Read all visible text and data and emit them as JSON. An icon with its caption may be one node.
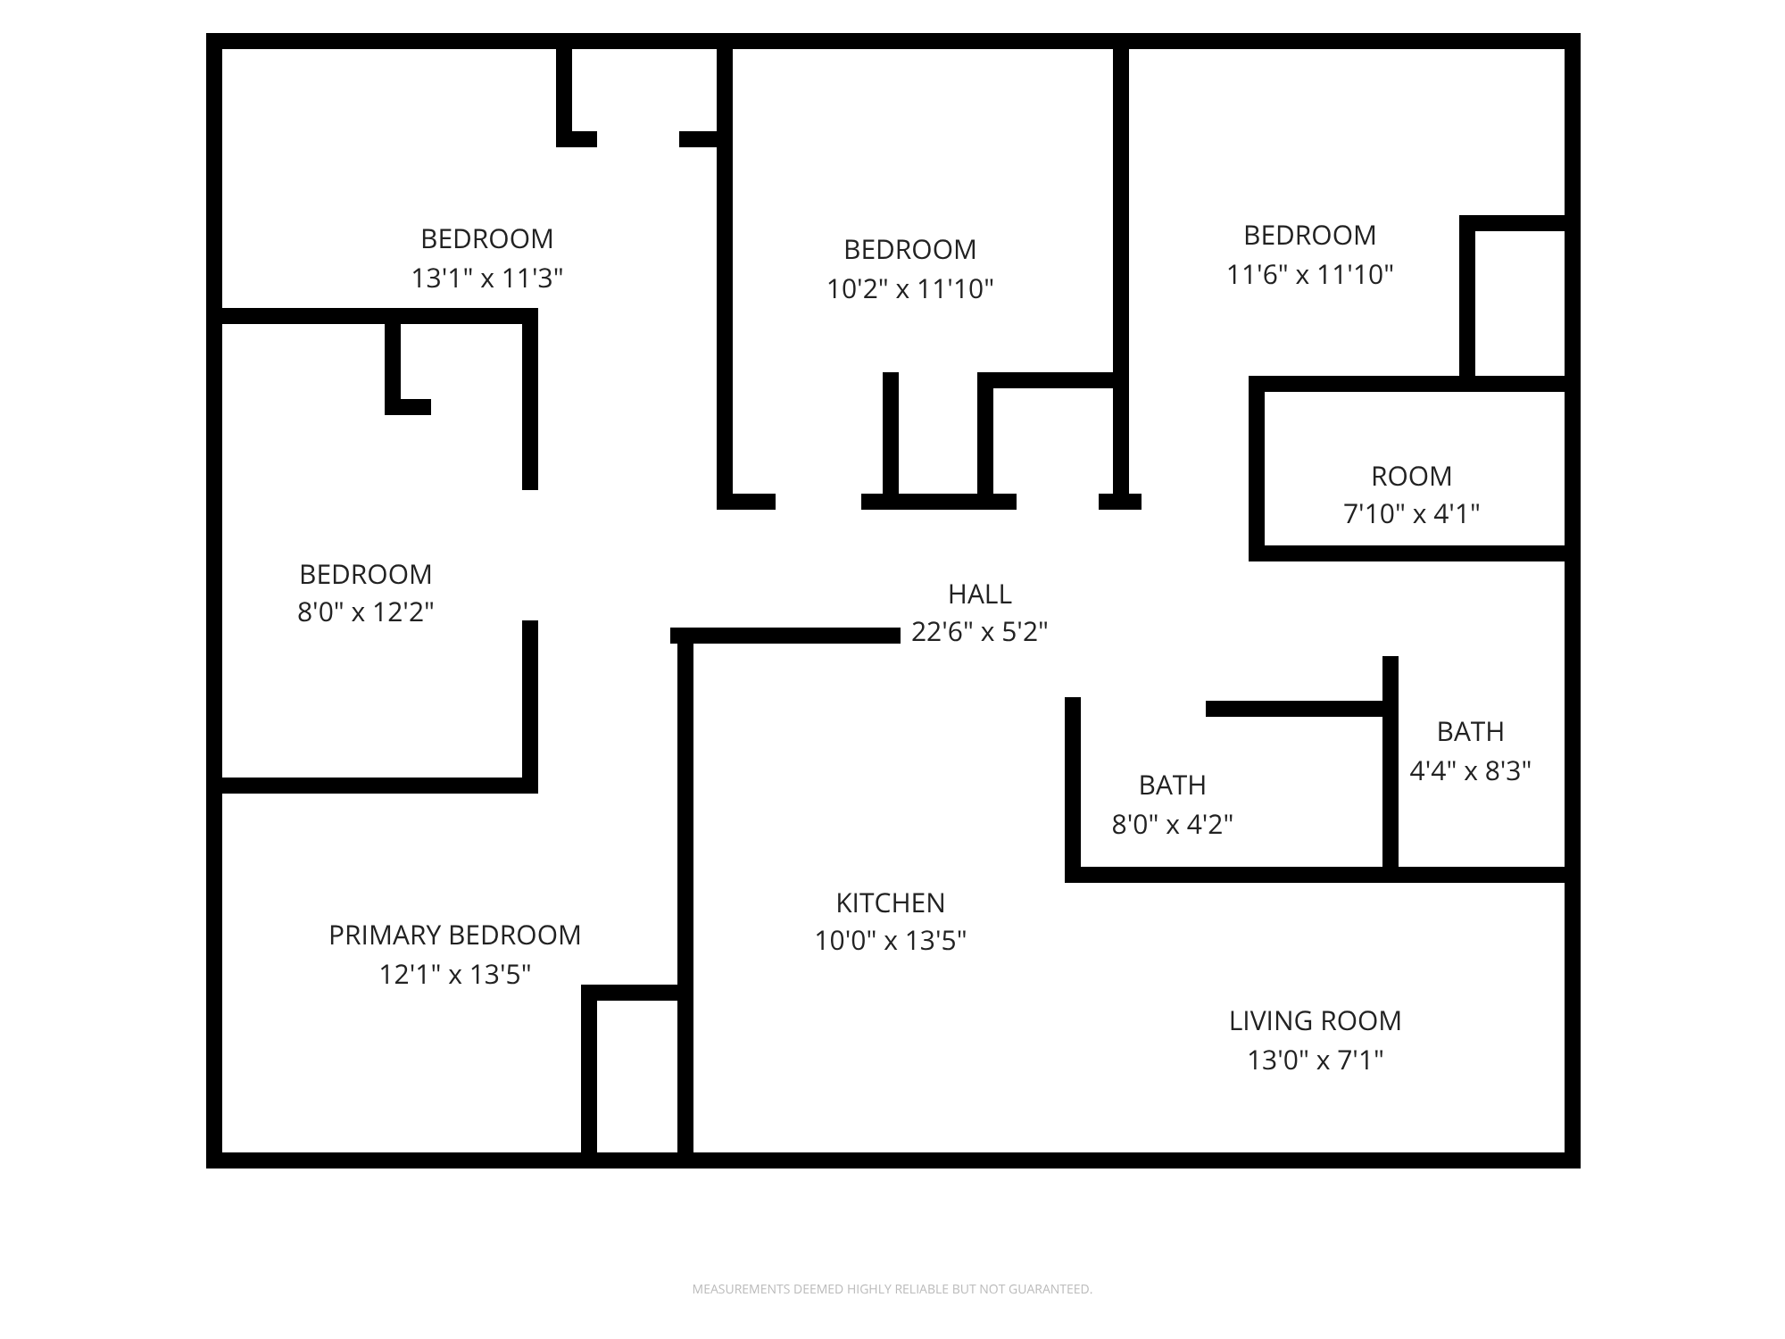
{
  "diagram": {
    "labels": [
      "BEDROOM",
      "13'1\" x 11'3\"",
      "BEDROOM",
      "10'2\" x 11'10\"",
      "BEDROOM",
      "11'6\" x 11'10\"",
      "ROOM",
      "7'10\" x 4'1\"",
      "BEDROOM",
      "8'0\" x 12'2\"",
      "HALL",
      "22'6\" x 5'2\"",
      "BATH",
      "4'4\" x 8'3\"",
      "BATH",
      "8'0\" x 4'2\"",
      "KITCHEN",
      "10'0\" x 13'5\"",
      "PRIMARY BEDROOM",
      "12'1\" x 13'5\"",
      "LIVING ROOM",
      "13'0\" x 7'1\"",
      "MEASUREMENTS DEEMED HIGHLY RELIABLE BUT NOT GUARANTEED."
    ]
  }
}
